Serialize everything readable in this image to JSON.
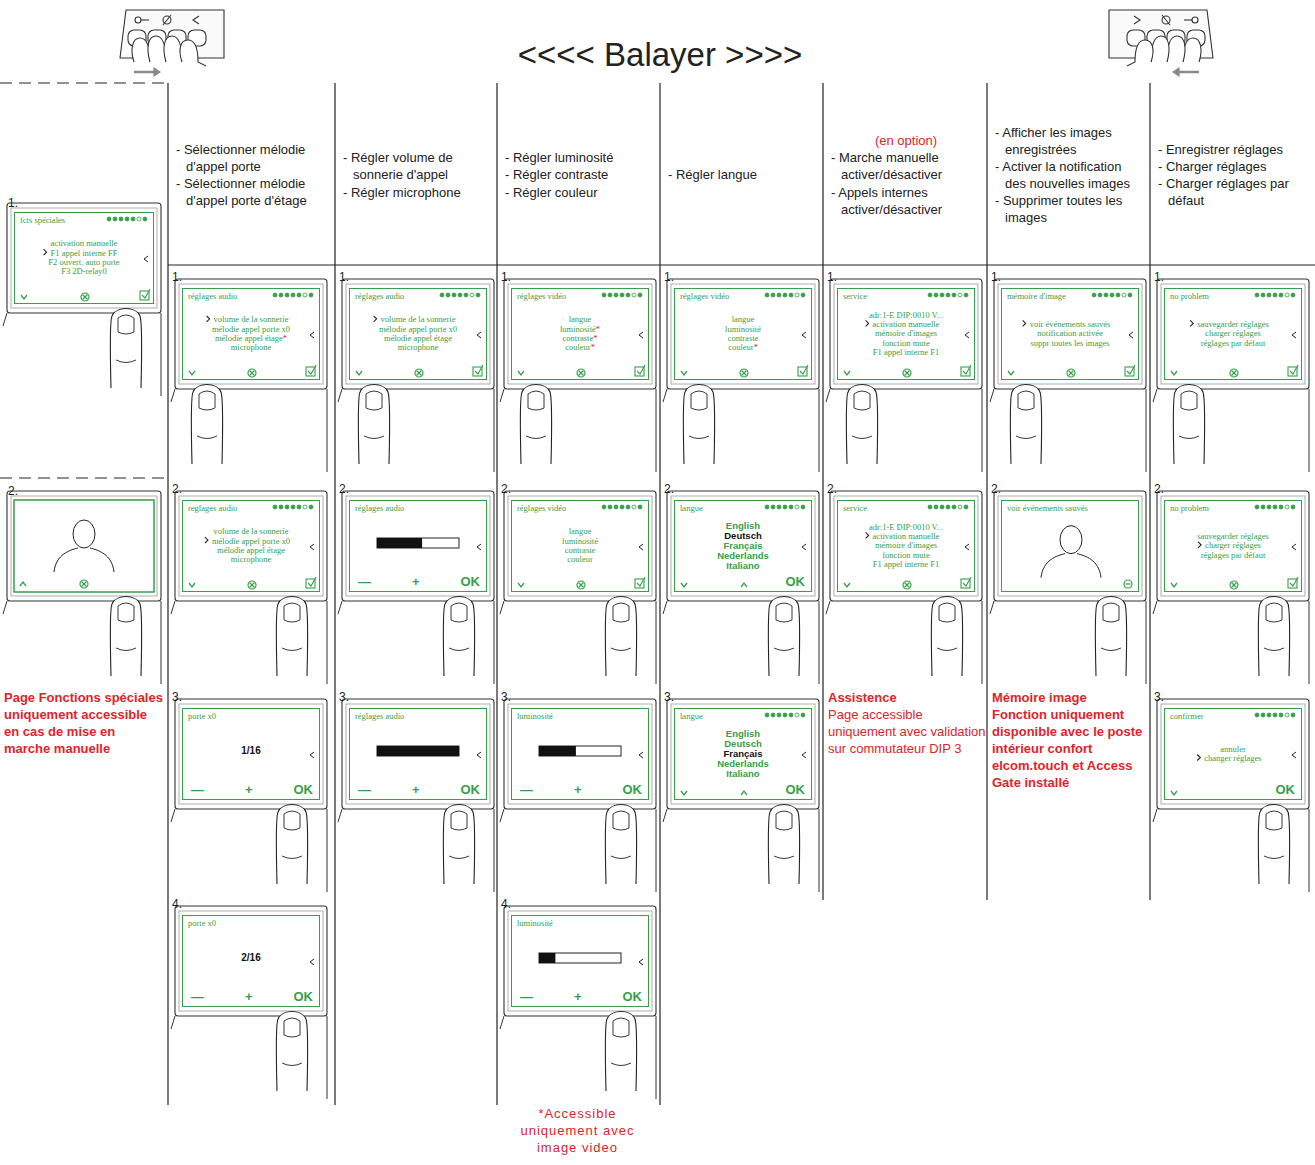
{
  "diagram": {
    "title": "<<<< Balayer >>>>",
    "nodes": [
      {
        "text": [
          "fcts spéciales",
          "activation manuelle",
          "F1 appel interne FF",
          "F2 ouvert. auto porte",
          "F3 2D-relay0"
        ]
      },
      {
        "text": [
          "réglages audio",
          "volume de la sonnerie",
          "mélodie appel porte x0",
          "mélodie appel étage",
          "*",
          "microphone"
        ]
      },
      {
        "text": [
          "reglages audio",
          "volume de la sonnerie",
          "mélodie appel porte x0",
          "mélodie appel étage",
          "microphone"
        ]
      },
      {
        "text": [
          "porte x0",
          "1/16",
          "—",
          "+",
          "OK"
        ]
      },
      {
        "text": [
          "porte x0",
          "2/16",
          "—",
          "+",
          "OK"
        ]
      },
      {
        "text": [
          "réglages audio",
          "volume de la sonnerie",
          "mélodie appel porte x0",
          "mélodie appel étage",
          "microphone"
        ]
      },
      {
        "text": [
          "réglages audio",
          "—",
          "+",
          "OK"
        ]
      },
      {
        "text": [
          "réglages audio",
          "—",
          "+",
          "OK"
        ]
      },
      {
        "text": [
          "réglages vidéo",
          "langue",
          "luminosité",
          "*",
          "contraste",
          "*",
          "couleur",
          "*"
        ]
      },
      {
        "text": [
          "réglages vidéo",
          "langue",
          "luminosité",
          "contraste",
          "couleur"
        ]
      },
      {
        "text": [
          "luminosité",
          "—",
          "+",
          "OK"
        ]
      },
      {
        "text": [
          "luminosité",
          "—",
          "+",
          "OK"
        ]
      },
      {
        "text": [
          "réglages vidéo",
          "langue",
          "luminosité",
          "contraste",
          "couleur",
          "*"
        ]
      },
      {
        "text": [
          "langue",
          "English",
          "Deutsch",
          "Français",
          "Nederlands",
          "Italiano",
          "OK"
        ]
      },
      {
        "text": [
          "langue",
          "English",
          "Deutsch",
          "Français",
          "Nederlands",
          "Italiano",
          "OK"
        ]
      },
      {
        "text": [
          "service",
          "adr:1-E DIP:0010 V...",
          "activation manuelle",
          "mémoire d'images",
          "fonction mute",
          "F1 appel interne F1"
        ]
      },
      {
        "text": [
          "service",
          "adr:1-E DIP:0010 V...",
          "activation manuelle",
          "mémoire d'images",
          "fonction mute",
          "F1 appel interne F1"
        ]
      },
      {
        "text": [
          "mémoire d'image",
          "voir événements sauvés",
          "notification activée",
          "suppr toutes les images"
        ]
      },
      {
        "text": [
          "voir événements sauvés"
        ]
      },
      {
        "text": [
          "no problem",
          "sauvegarder réglages",
          "charger réglages",
          "réglages par défaut"
        ]
      },
      {
        "text": [
          "no problem",
          "sauvegarder réglages",
          "charger réglages",
          "réglages par défaut"
        ]
      },
      {
        "text": [
          "confirmer",
          "annuler",
          "changer réglages",
          "OK"
        ]
      }
    ],
    "labels": [
      "- Sélectionner mélodie d'appel porte",
      "- Sélectionner mélodie d'appel porte d'étage",
      "- Régler volume de sonnerie d'appel",
      "- Régler microphone",
      "- Régler luminosité",
      "- Régler contraste",
      "- Régler couleur",
      "- Régler langue",
      "(en option)",
      "- Marche manuelle activer/désactiver",
      "- Appels internes activer/désactiver",
      "- Afficher les images enregistrées",
      "- Activer la notification des nouvelles images",
      "- Supprimer toutes les images",
      "- Enregistrer réglages",
      "- Charger réglages",
      "- Charger réglages par défaut",
      "1.",
      "2.",
      "1.",
      "2.",
      "3.",
      "4.",
      "1.",
      "2.",
      "3.",
      "1.",
      "2.",
      "3.",
      "4.",
      "1.",
      "2.",
      "3.",
      "1.",
      "2.",
      "1.",
      "2.",
      "1.",
      "2.",
      "3.",
      "Page Fonctions spéciales uniquement accessible en cas de mise en marche manuelle",
      "Assistence",
      "Page accessible uniquement avec validation sur commutateur DIP 3",
      "Mémoire image",
      "Fonction uniquement disponible avec le poste intérieur confort elcom.touch et Access Gate installé",
      "*Accessible uniquement avec image video"
    ]
  }
}
